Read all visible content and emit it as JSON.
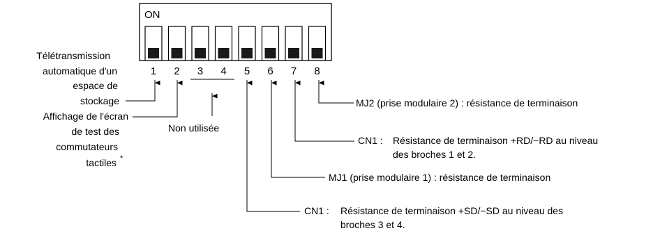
{
  "dip_switch": {
    "on_label": "ON",
    "positions": [
      {
        "number": "1",
        "state": "off"
      },
      {
        "number": "2",
        "state": "off"
      },
      {
        "number": "3",
        "state": "off"
      },
      {
        "number": "4",
        "state": "off"
      },
      {
        "number": "5",
        "state": "off"
      },
      {
        "number": "6",
        "state": "off"
      },
      {
        "number": "7",
        "state": "off"
      },
      {
        "number": "8",
        "state": "off"
      }
    ]
  },
  "labels": {
    "switch1": [
      "Télétransmission",
      "automatique d'un",
      "espace de",
      "stockage"
    ],
    "switch2": [
      "Affichage de l'écran",
      "de test des",
      "commutateurs",
      "tactiles"
    ],
    "switch2_asterisk": "*",
    "switch34": "Non utilisée",
    "switch8": "MJ2 (prise modulaire 2) : résistance de terminaison",
    "switch7_prefix": "CN1 :",
    "switch7": [
      "Résistance de terminaison +RD/−RD au niveau",
      "des broches 1 et 2."
    ],
    "switch6": "MJ1 (prise modulaire 1) : résistance de terminaison",
    "switch5_prefix": "CN1 :",
    "switch5": [
      "Résistance de terminaison +SD/−SD au niveau des",
      "broches 3 et 4."
    ]
  }
}
